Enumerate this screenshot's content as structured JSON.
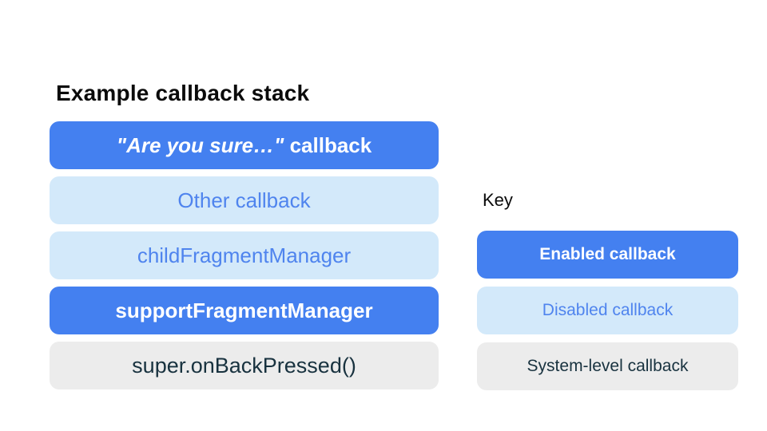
{
  "title": "Example callback stack",
  "colors": {
    "enabled_bg": "#4480f0",
    "enabled_text": "#ffffff",
    "disabled_bg": "#d3e9fa",
    "disabled_text": "#4f84ee",
    "system_bg": "#ececec",
    "system_text": "#18323f"
  },
  "stack": {
    "items": [
      {
        "type": "enabled",
        "label_italic": "\"Are you sure…\"",
        "label_rest": " callback"
      },
      {
        "type": "disabled",
        "label": "Other callback"
      },
      {
        "type": "disabled",
        "label": "childFragmentManager"
      },
      {
        "type": "enabled",
        "label": "supportFragmentManager"
      },
      {
        "type": "system",
        "label": "super.onBackPressed()"
      }
    ]
  },
  "key": {
    "heading": "Key",
    "items": [
      {
        "type": "enabled",
        "label": "Enabled callback"
      },
      {
        "type": "disabled",
        "label": "Disabled callback"
      },
      {
        "type": "system",
        "label": "System-level callback"
      }
    ]
  }
}
